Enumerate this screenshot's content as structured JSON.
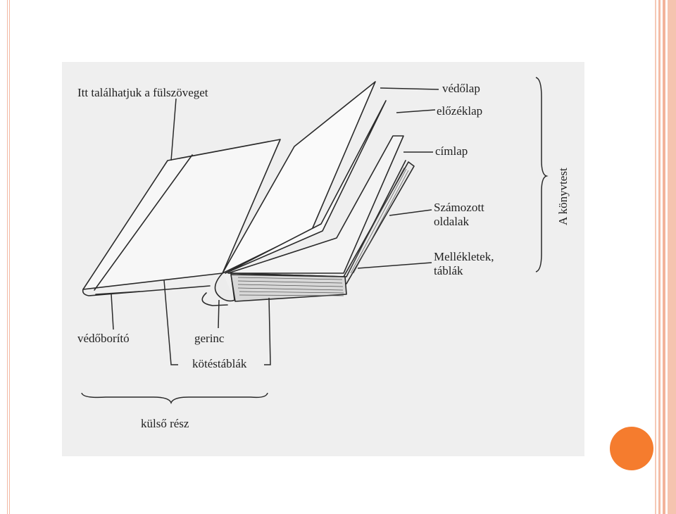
{
  "slide": {
    "frame_color": "#f2b9a4",
    "accent_color": "#f57c2e",
    "accent_shape": "circle"
  },
  "figure": {
    "labels": {
      "fulszoveg": "Itt találhatjuk a fülszöveget",
      "vedolap": "védőlap",
      "elozeklap": "előzéklap",
      "cimlap": "címlap",
      "szamozott": "Számozott\noldalak",
      "mellekletek": "Mellékletek,\ntáblák",
      "vedoborito": "védőborító",
      "gerinc": "gerinc",
      "kotestablak": "kötéstáblák",
      "kulso_resz": "külső rész",
      "konyvtest": "A könyvtest"
    }
  }
}
